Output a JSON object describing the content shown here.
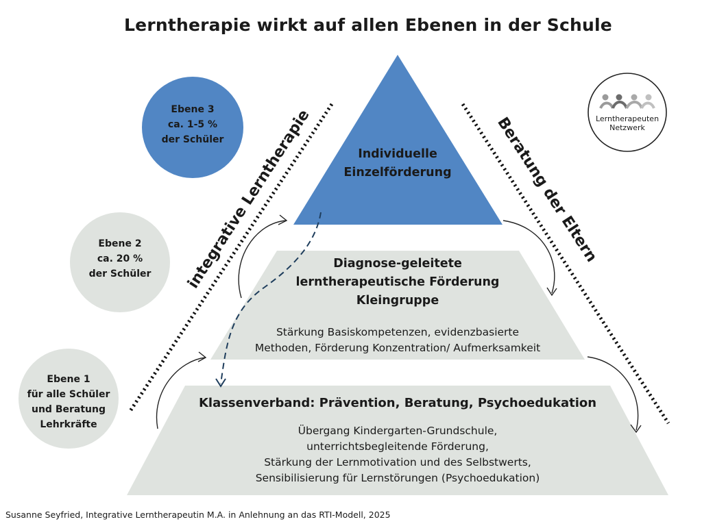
{
  "title": "Lerntherapie wirkt auf allen Ebenen in der Schule",
  "levels": [
    {
      "line1": "Ebene 3",
      "line2": "ca. 1-5 %",
      "line3": "der Schüler",
      "color": "#5186c4"
    },
    {
      "line1": "Ebene 2",
      "line2": "ca. 20 %",
      "line3": "der Schüler",
      "color": "#dfe3df"
    },
    {
      "line1": "Ebene 1",
      "line2": "für alle Schüler",
      "line3": "und Beratung",
      "line4": "Lehrkräfte",
      "color": "#dfe3df"
    }
  ],
  "pyramid": {
    "top": {
      "line1": "Individuelle",
      "line2": "Einzelförderung",
      "color": "#5186c4"
    },
    "middle": {
      "title1": "Diagnose-geleitete",
      "title2": "lerntherapeutische Förderung",
      "title3": "Kleingruppe",
      "body1": "Stärkung Basiskompetenzen, evidenzbasierte",
      "body2": "Methoden, Förderung Konzentration/ Aufmerksamkeit",
      "color": "#dfe3df"
    },
    "bottom": {
      "title": "Klassenverband: Prävention, Beratung, Psychoedukation",
      "body1": "Übergang Kindergarten-Grundschule,",
      "body2": "unterrichtsbegleitende Förderung,",
      "body3": "Stärkung der Lernmotivation und des Selbstwerts,",
      "body4": "Sensibilisierung für Lernstörungen (Psychoedukation)",
      "color": "#dfe3df"
    }
  },
  "left_axis_label": "integrative Lerntherapie",
  "right_axis_label": "Beratung der Eltern",
  "logo": {
    "line1": "Lerntherapeuten",
    "line2": "Netzwerk"
  },
  "footer": "Susanne Seyfried, Integrative Lerntherapeutin M.A. in Anlehnung an das RTI-Modell, 2025"
}
